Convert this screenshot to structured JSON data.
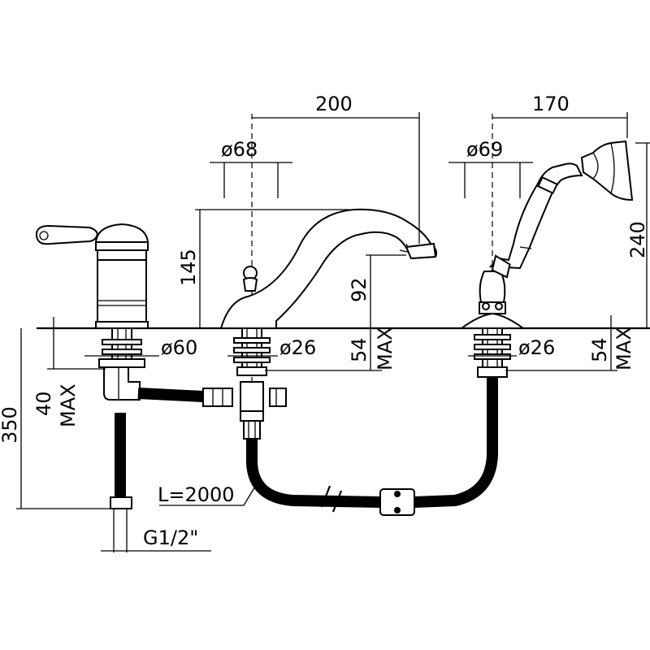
{
  "dimensions": {
    "spout_spacing": "200",
    "shower_spacing": "170",
    "spout_base_dia": "ø68",
    "shower_base_dia": "ø69",
    "spout_height": "145",
    "spout_outlet_height": "92",
    "shower_height": "240",
    "mixer_hole_dia": "ø60",
    "spout_hole_dia": "ø26",
    "shower_hole_dia": "ø26",
    "spout_max_thickness": "54",
    "shower_max_thickness": "54",
    "mixer_max_thickness": "40",
    "max_label": "MAX",
    "overall_length": "350",
    "hose_length": "L=2000",
    "thread": "G1/2\""
  }
}
